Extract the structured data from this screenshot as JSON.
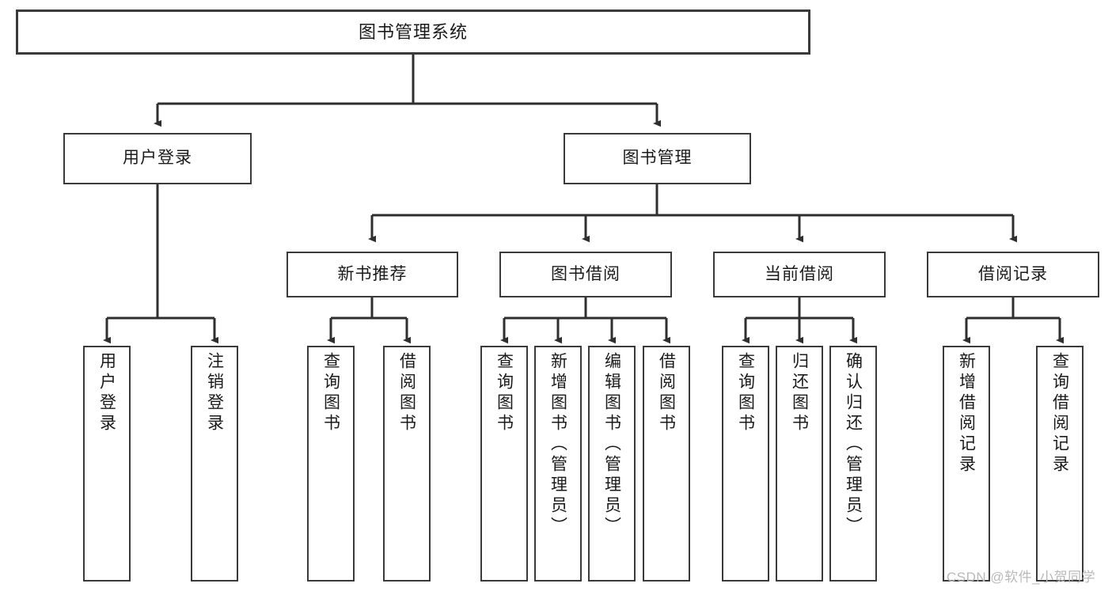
{
  "diagram": {
    "title": "图书管理系统",
    "type": "tree-hierarchy-diagram",
    "watermark": "CSDN @软件_小贺同学",
    "colors": {
      "box_border": "#3a3a3a",
      "box_fill": "#ffffff",
      "edge": "#2f2f2f",
      "text": "#1a1a1a",
      "watermark": "#b9b9b9",
      "background": "#ffffff"
    },
    "nodes": {
      "root": {
        "label": "图书管理系统"
      },
      "level2": [
        {
          "label": "用户登录"
        },
        {
          "label": "图书管理"
        }
      ],
      "level3": [
        {
          "label": "新书推荐"
        },
        {
          "label": "图书借阅"
        },
        {
          "label": "当前借阅"
        },
        {
          "label": "借阅记录"
        }
      ],
      "leaves": {
        "user_login": [
          {
            "label": "用户登录"
          },
          {
            "label": "注销登录"
          }
        ],
        "new_book_recommend": [
          {
            "label": "查询图书"
          },
          {
            "label": "借阅图书"
          }
        ],
        "book_borrow": [
          {
            "label": "查询图书"
          },
          {
            "label": "新增图书（管理员）"
          },
          {
            "label": "编辑图书（管理员）"
          },
          {
            "label": "借阅图书"
          }
        ],
        "current_borrow": [
          {
            "label": "查询图书"
          },
          {
            "label": "归还图书"
          },
          {
            "label": "确认归还（管理员）"
          }
        ],
        "borrow_record": [
          {
            "label": "新增借阅记录"
          },
          {
            "label": "查询借阅记录"
          }
        ]
      }
    }
  }
}
